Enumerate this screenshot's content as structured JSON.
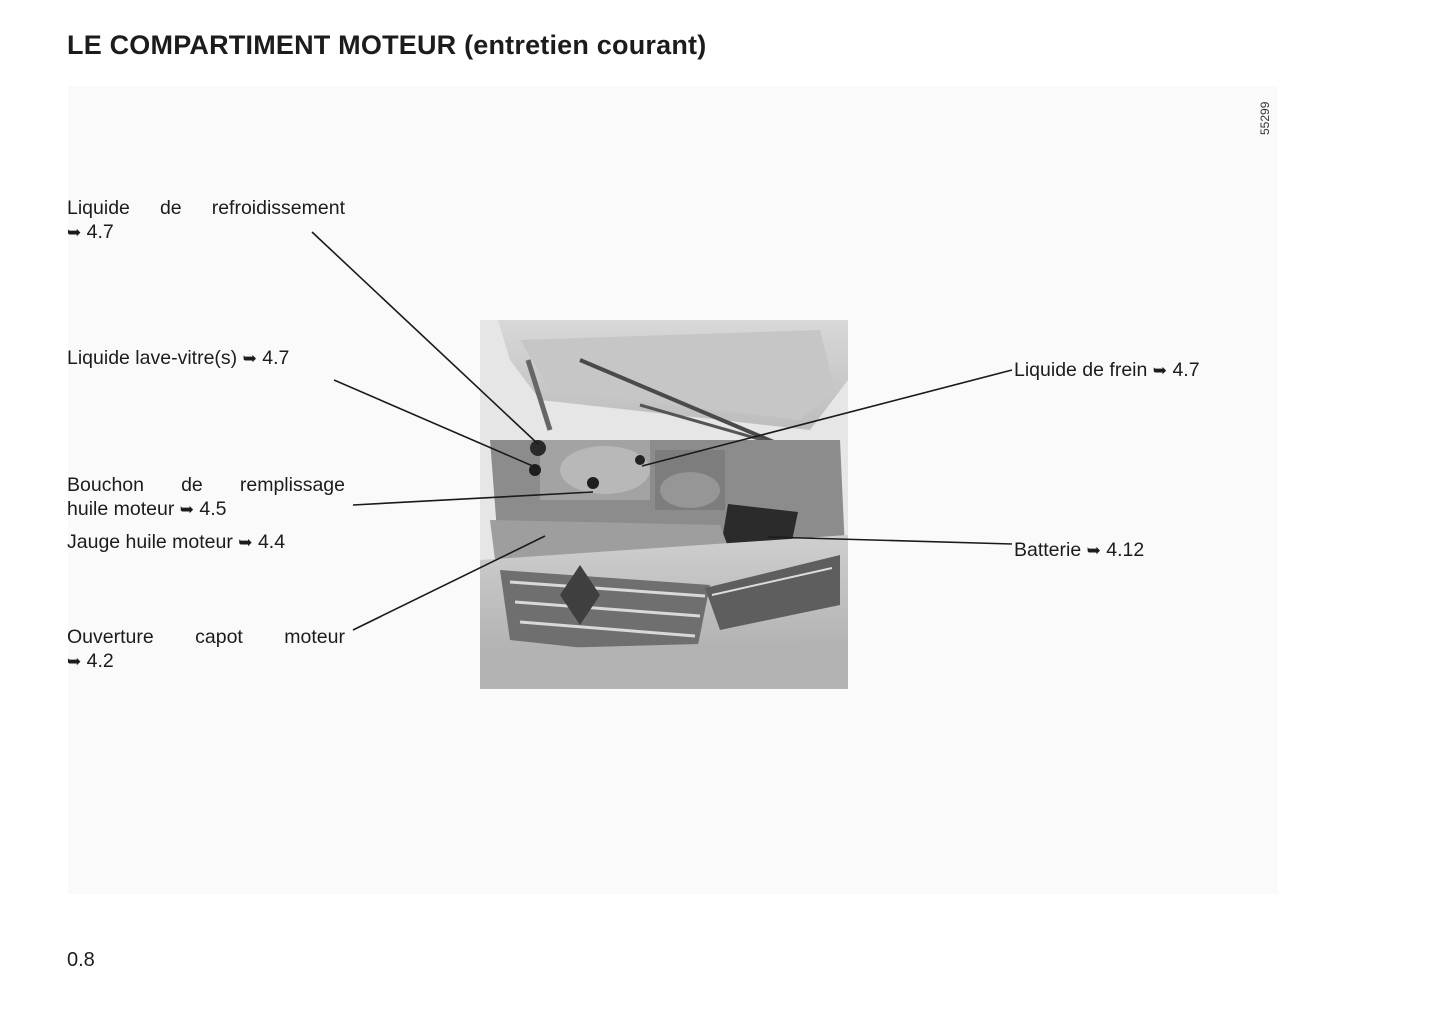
{
  "page": {
    "title": "LE COMPARTIMENT MOTEUR (entretien courant)",
    "figure_code": "55299",
    "page_number": "0.8"
  },
  "arrow_glyph": "➥",
  "labels": {
    "coolant": {
      "line1": "Liquide de refroidissement",
      "ref": "4.7"
    },
    "washer": {
      "text": "Liquide lave-vitre(s)",
      "ref": "4.7"
    },
    "oil_cap": {
      "line1": "Bouchon de remplissage",
      "line2": "huile moteur",
      "ref": "4.5"
    },
    "dipstick": {
      "text": "Jauge huile moteur",
      "ref": "4.4"
    },
    "bonnet": {
      "line1": "Ouverture capot moteur",
      "ref": "4.2"
    },
    "brake": {
      "text": "Liquide de frein",
      "ref": "4.7"
    },
    "battery": {
      "text": "Batterie",
      "ref": "4.12"
    }
  },
  "colors": {
    "text": "#1c1c1c",
    "panel": "#fafafa",
    "photo_base": "#9a9a9a"
  }
}
